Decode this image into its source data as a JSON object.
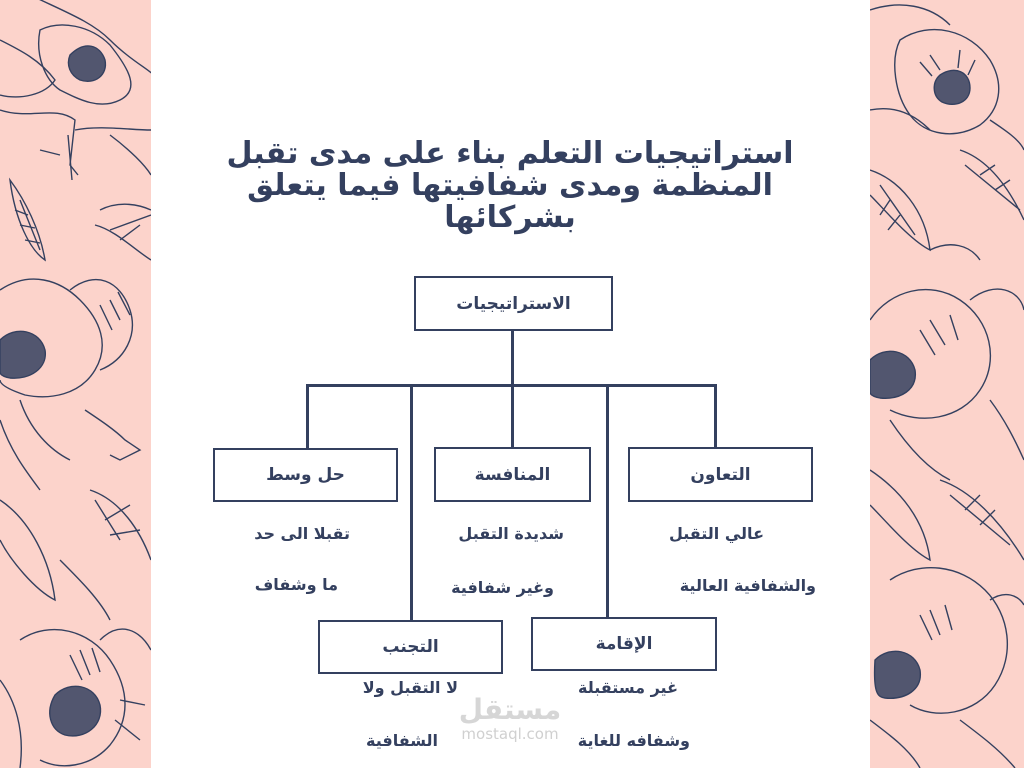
{
  "colors": {
    "panel_background": "#fcd3cb",
    "ink": "#34405f",
    "page_background": "#ffffff",
    "watermark": "#d4d4d4"
  },
  "title": {
    "line1": "استراتيجيات التعلم بناء على مدى تقبل",
    "line2": "المنظمة ومدى شفافيتها فيما يتعلق بشركائها"
  },
  "diagram": {
    "root": {
      "label": "الاستراتيجيات"
    },
    "nodes": [
      {
        "id": "cooperation",
        "label": "التعاون",
        "desc": [
          "عالي التقبل",
          "والشفافية العالية"
        ]
      },
      {
        "id": "competition",
        "label": "المنافسة",
        "desc": [
          "شديدة التقبل",
          "وغير شفافية"
        ]
      },
      {
        "id": "compromise",
        "label": "حل وسط",
        "desc": [
          "تقبلا الى حد",
          "ما وشفاف"
        ]
      },
      {
        "id": "accommodation",
        "label": "الإقامة",
        "desc": [
          "غير مستقبلة",
          "وشفافه للغاية"
        ]
      },
      {
        "id": "avoidance",
        "label": "التجنب",
        "desc": [
          "لا التقبل ولا",
          "الشفافية"
        ]
      }
    ]
  },
  "decorations": {
    "left_panel": "floral-line-art",
    "right_panel": "floral-line-art"
  },
  "watermark": {
    "arabic": "مستقل",
    "latin": "mostaql.com"
  }
}
